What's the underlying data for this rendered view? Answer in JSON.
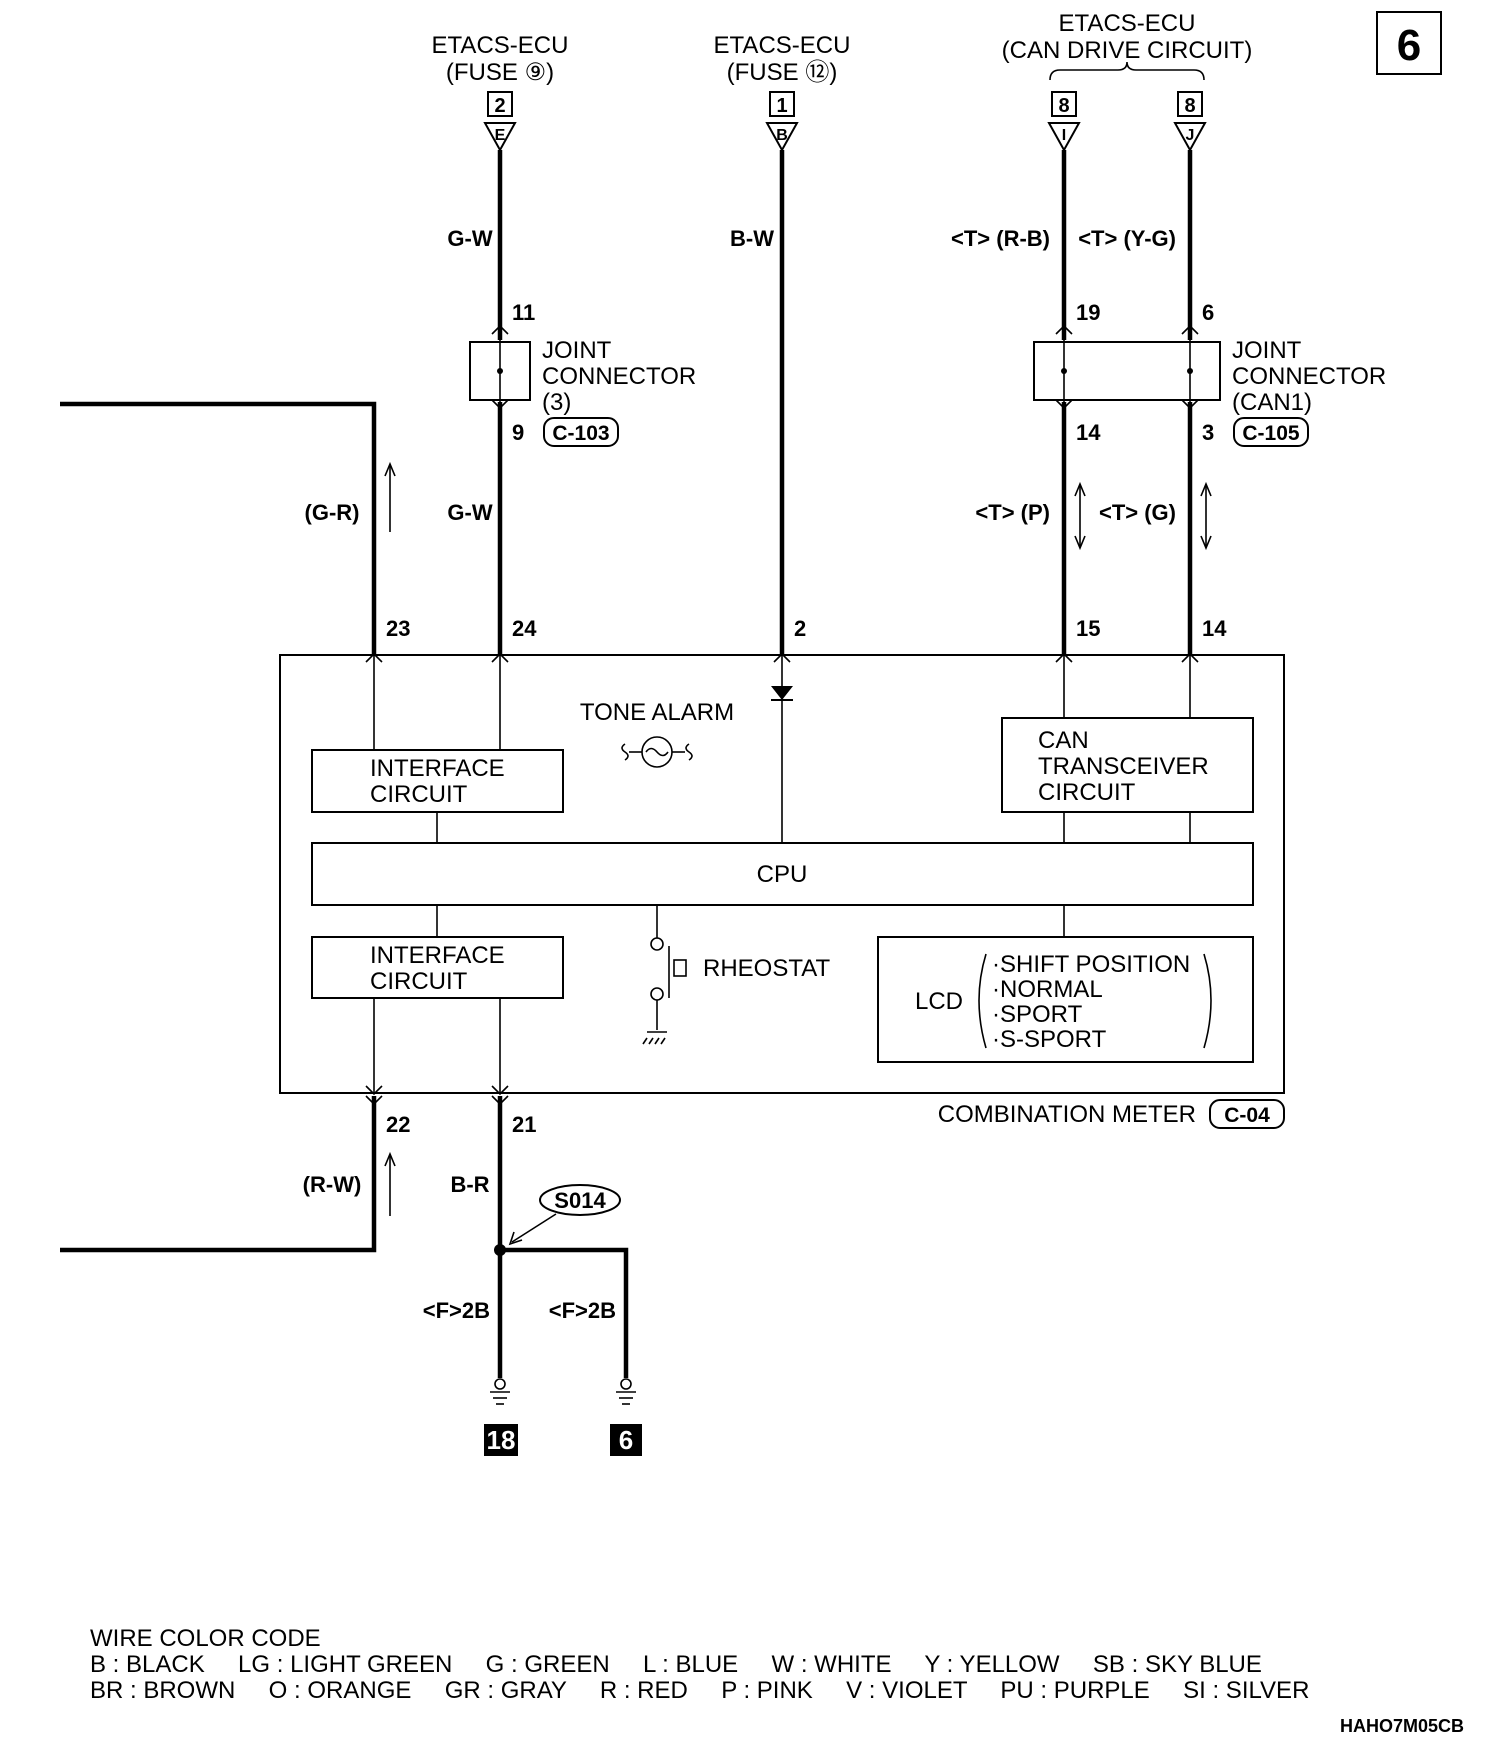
{
  "page_number": "6",
  "sources": {
    "fuse9": {
      "ecu": "ETACS-ECU",
      "sub": "(FUSE ⑨)",
      "pin": "2",
      "conn": "E"
    },
    "fuse12": {
      "ecu": "ETACS-ECU",
      "sub": "(FUSE ⑫)",
      "pin": "1",
      "conn": "B"
    },
    "can": {
      "ecu": "ETACS-ECU",
      "sub": "(CAN DRIVE CIRCUIT)",
      "pin_i": "8",
      "conn_i": "I",
      "pin_j": "8",
      "conn_j": "J"
    }
  },
  "wires": {
    "gw_top": "G-W",
    "bw": "B-W",
    "can_rb": "<T> (R-B)",
    "can_yg": "<T> (Y-G)",
    "gr": "(G-R)",
    "gw_mid": "G-W",
    "can_p": "<T> (P)",
    "can_g": "<T> (G)",
    "rw": "(R-W)",
    "br": "B-R",
    "f2b_left": "<F>2B",
    "f2b_right": "<F>2B"
  },
  "pins": {
    "p11": "11",
    "p9": "9",
    "p19": "19",
    "p6": "6",
    "p14a": "14",
    "p3": "3",
    "p23": "23",
    "p24": "24",
    "p2": "2",
    "p15": "15",
    "p14b": "14",
    "p22": "22",
    "p21": "21"
  },
  "joint_connector_3": {
    "line1": "JOINT",
    "line2": "CONNECTOR",
    "line3": "(3)",
    "code": "C-103"
  },
  "joint_connector_can1": {
    "line1": "JOINT",
    "line2": "CONNECTOR",
    "line3": "(CAN1)",
    "code": "C-105"
  },
  "meter": {
    "tone_alarm": "TONE ALARM",
    "interface_top": [
      "INTERFACE",
      "CIRCUIT"
    ],
    "can_transceiver": [
      "CAN",
      "TRANSCEIVER",
      "CIRCUIT"
    ],
    "cpu": "CPU",
    "interface_bottom": [
      "INTERFACE",
      "CIRCUIT"
    ],
    "rheostat": "RHEOSTAT",
    "lcd": "LCD",
    "lcd_items": [
      "·SHIFT POSITION",
      "·NORMAL",
      "·SPORT",
      "·S-SPORT"
    ],
    "name": "COMBINATION METER",
    "code": "C-04"
  },
  "splice": "S014",
  "grounds": {
    "left": "18",
    "right": "6"
  },
  "legend": {
    "title": "WIRE COLOR CODE",
    "row1": "B : BLACK     LG : LIGHT GREEN     G : GREEN     L : BLUE     W : WHITE     Y : YELLOW     SB : SKY BLUE",
    "row2": "BR : BROWN     O : ORANGE     GR : GRAY     R : RED     P : PINK     V : VIOLET     PU : PURPLE     SI : SILVER"
  },
  "drawing_code": "HAHO7M05CB"
}
